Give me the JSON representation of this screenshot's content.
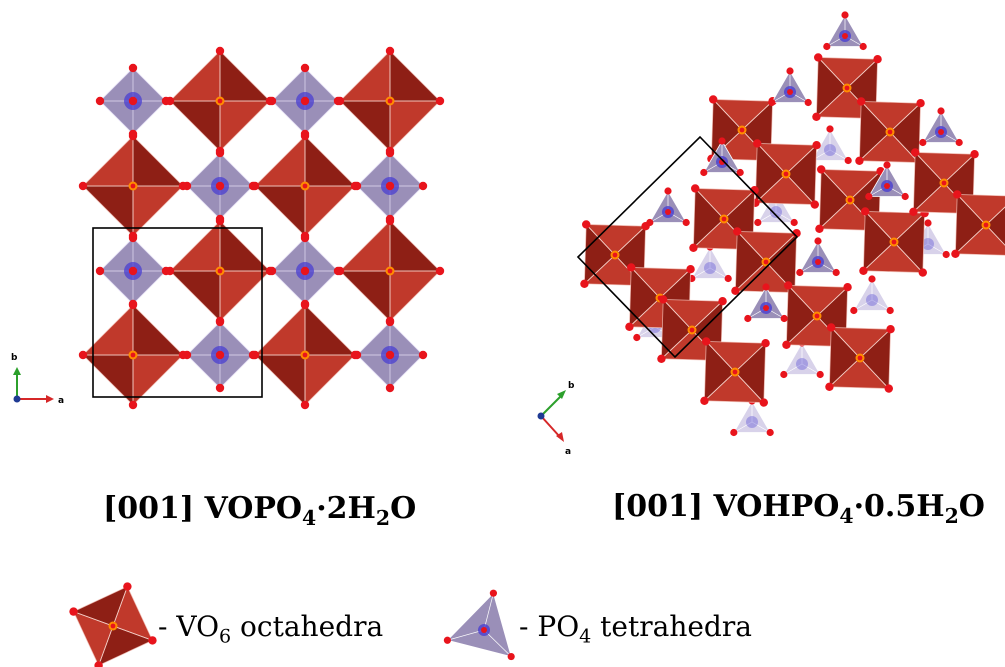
{
  "titles": {
    "left": {
      "prefix": "[001] VOPO",
      "sub1": "4",
      "mid": "·2H",
      "sub2": "2",
      "suffix": "O"
    },
    "right": {
      "prefix": "[001] VOHPO",
      "sub1": "4",
      "mid": "·0.5H",
      "sub2": "2",
      "suffix": "O"
    }
  },
  "axes_left": {
    "vertical": "b",
    "horizontal": "a"
  },
  "axes_right": {
    "up": "b",
    "down": "a"
  },
  "legend": {
    "vo6": {
      "prefix": "- VO",
      "sub": "6",
      "suffix": " octahedra"
    },
    "po4": {
      "prefix": "- PO",
      "sub": "4",
      "suffix": " tetrahedra"
    }
  },
  "colors": {
    "octahedron": "#c0392b",
    "octahedron_dark": "#8e1f15",
    "tetrahedron": "#9a8fb8",
    "tetrahedron_light": "#d8d2ea",
    "oxygen": "#e8141c",
    "phosphorus": "#4a3fd0",
    "vanadium_center": "#ff8c00",
    "axis_b": "#2ca02c",
    "axis_a": "#d62728",
    "axis_c": "#1f3a93"
  }
}
